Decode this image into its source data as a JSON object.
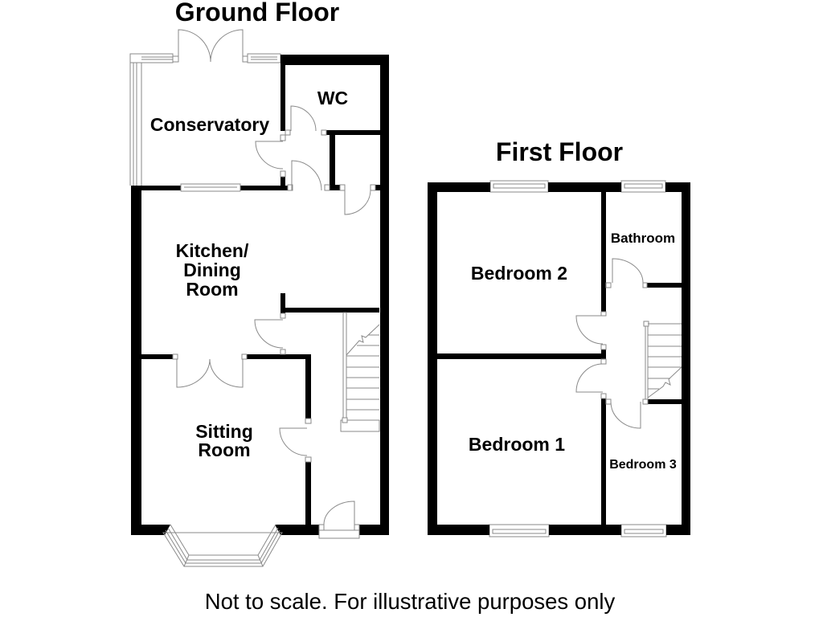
{
  "floors": [
    {
      "title": "Ground Floor",
      "rooms": [
        {
          "id": "conservatory",
          "lines": [
            "Conservatory"
          ]
        },
        {
          "id": "wc",
          "lines": [
            "WC"
          ]
        },
        {
          "id": "kitchen-dining",
          "lines": [
            "Kitchen/",
            "Dining",
            "Room"
          ]
        },
        {
          "id": "sitting-room",
          "lines": [
            "Sitting",
            "Room"
          ]
        }
      ]
    },
    {
      "title": "First Floor",
      "rooms": [
        {
          "id": "bedroom-2",
          "lines": [
            "Bedroom 2"
          ]
        },
        {
          "id": "bathroom",
          "lines": [
            "Bathroom"
          ]
        },
        {
          "id": "bedroom-1",
          "lines": [
            "Bedroom 1"
          ]
        },
        {
          "id": "bedroom-3",
          "lines": [
            "Bedroom 3"
          ]
        }
      ]
    }
  ],
  "footer": {
    "disclaimer": "Not to scale. For illustrative purposes only"
  },
  "colors": {
    "background": "#ffffff",
    "wall": "#000000",
    "fixture_line": "#8a8a8a",
    "text": "#000000"
  }
}
